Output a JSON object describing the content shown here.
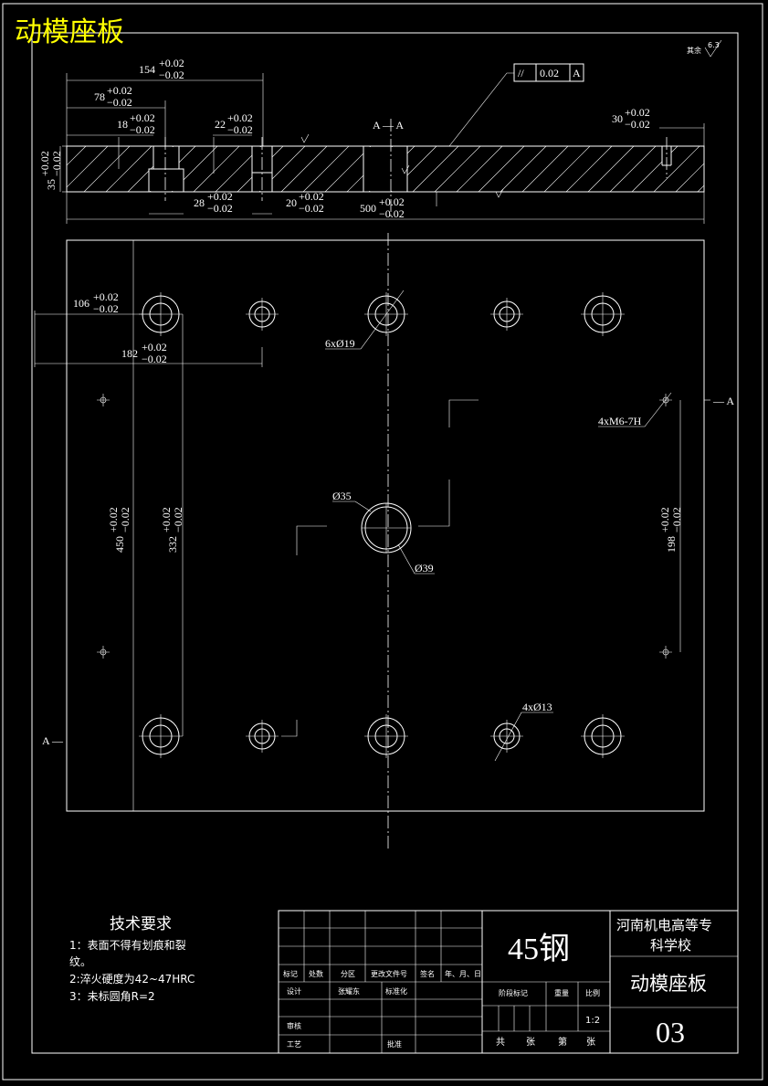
{
  "title": "动模座板",
  "roughness": {
    "label": "其余",
    "value": "6.3"
  },
  "parallelism": {
    "symbol": "//",
    "tolerance": "0.02",
    "datum": "A"
  },
  "section_label": "A — A",
  "section_marker_top": "— A",
  "section_marker_bottom": "A —",
  "dimensions": {
    "d154": {
      "nom": "154",
      "up": "+0.02",
      "lo": "−0.02"
    },
    "d78": {
      "nom": "78",
      "up": "+0.02",
      "lo": "−0.02"
    },
    "d18": {
      "nom": "18",
      "up": "+0.02",
      "lo": "−0.02"
    },
    "d22": {
      "nom": "22",
      "up": "+0.02",
      "lo": "−0.02"
    },
    "d30": {
      "nom": "30",
      "up": "+0.02",
      "lo": "−0.02"
    },
    "d35": {
      "nom": "35",
      "up": "+0.02",
      "lo": "−0.02"
    },
    "d28": {
      "nom": "28",
      "up": "+0.02",
      "lo": "−0.02"
    },
    "d20": {
      "nom": "20",
      "up": "+0.02",
      "lo": "−0.02"
    },
    "d500": {
      "nom": "500",
      "up": "+0.02",
      "lo": "−0.02"
    },
    "d106": {
      "nom": "106",
      "up": "+0.02",
      "lo": "−0.02"
    },
    "d182": {
      "nom": "182",
      "up": "+0.02",
      "lo": "−0.02"
    },
    "d450": {
      "nom": "450",
      "up": "+0.02",
      "lo": "−0.02"
    },
    "d332": {
      "nom": "332",
      "up": "+0.02",
      "lo": "−0.02"
    },
    "d198": {
      "nom": "198",
      "up": "+0.02",
      "lo": "−0.02"
    }
  },
  "callouts": {
    "holes19": "6xØ19",
    "m6": "4xM6-7H",
    "d35": "Ø35",
    "d39": "Ø39",
    "holes13": "4xØ13"
  },
  "tech": {
    "heading": "技术要求",
    "line1": "1：表面不得有划痕和裂",
    "line1b": "纹。",
    "line2": "2:淬火硬度为42~47HRC",
    "line3": "3：未标圆角R=2"
  },
  "titleblock": {
    "material": "45钢",
    "school_line1": "河南机电高等专",
    "school_line2": "科学校",
    "part_name": "动模座板",
    "drawing_no": "03",
    "scale": "1:2",
    "h_biaoji": "标记",
    "h_chushu": "处数",
    "h_fenqu": "分区",
    "h_gengai": "更改文件号",
    "h_qianming": "签名",
    "h_date": "年、月、日",
    "h_sheji": "设计",
    "h_designer": "张耀东",
    "h_biaozhunhua": "标准化",
    "h_jieduan": "阶段标记",
    "h_zhongliang": "重量",
    "h_bili": "比例",
    "h_shenhe": "审核",
    "h_gongyi": "工艺",
    "h_pizhun": "批准",
    "h_gong": "共",
    "h_zhang1": "张",
    "h_di": "第",
    "h_zhang2": "张"
  }
}
